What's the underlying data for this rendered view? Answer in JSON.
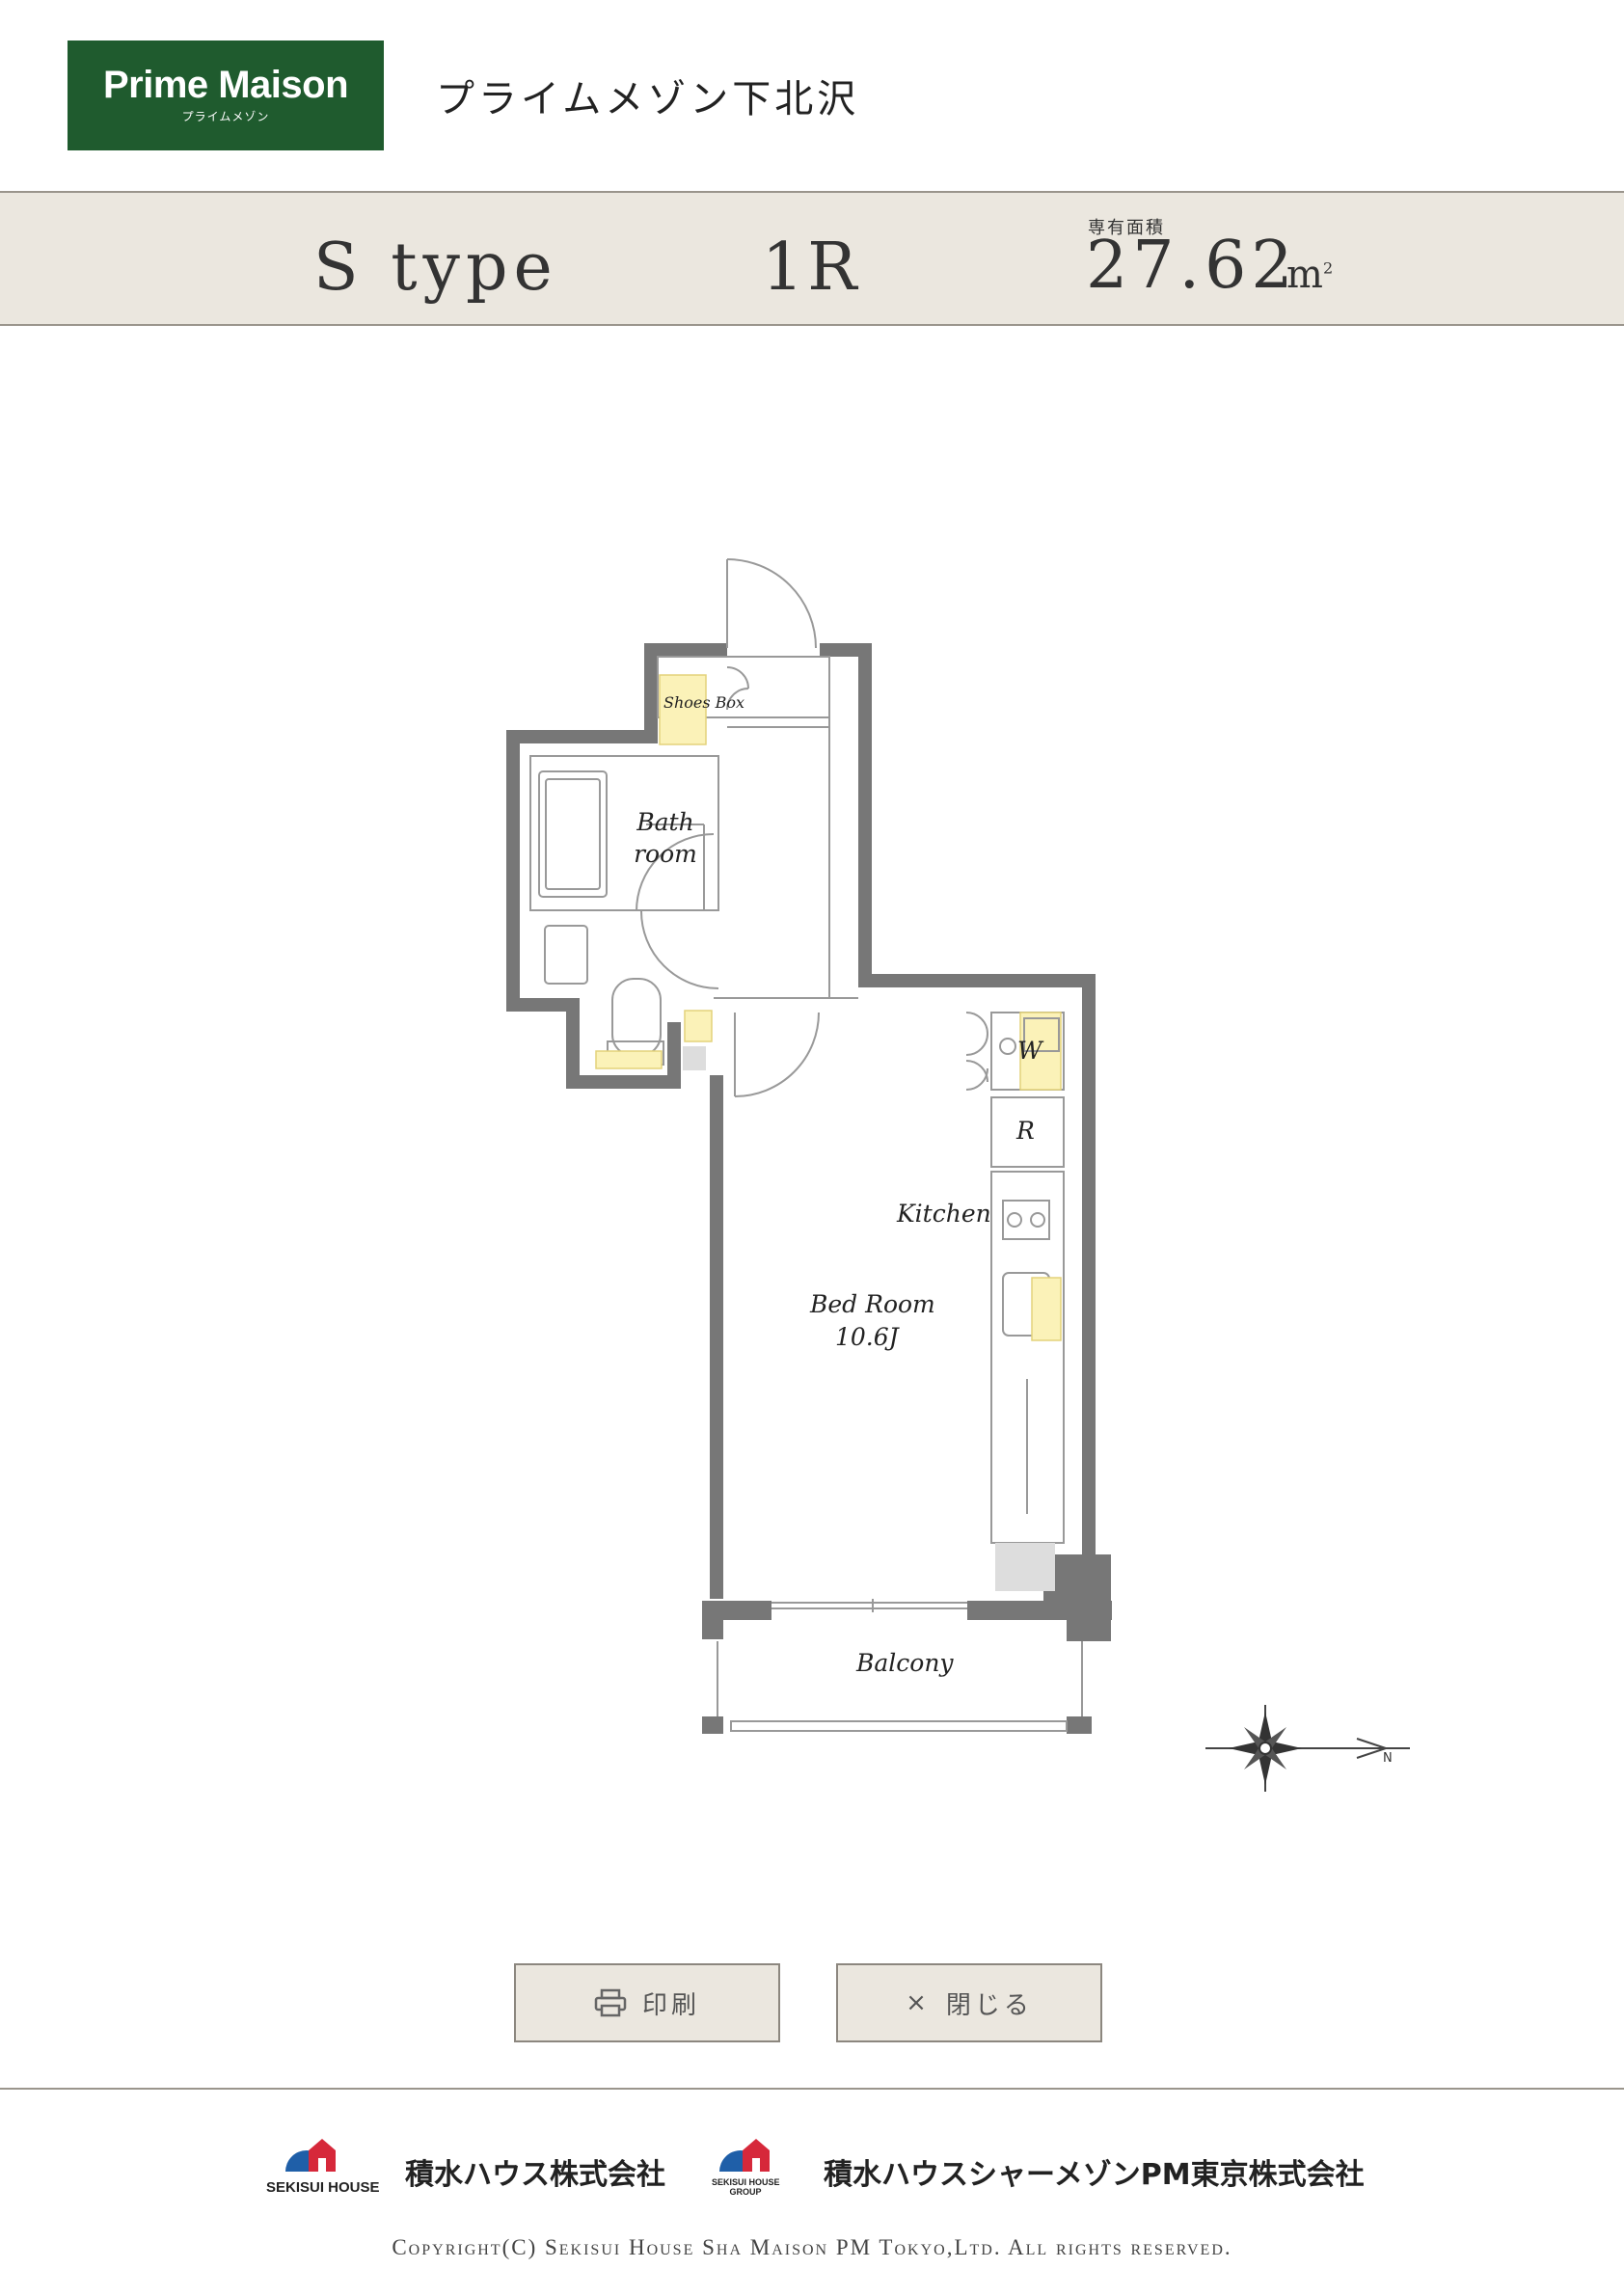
{
  "header": {
    "logo_text": "Prime Maison",
    "logo_sub": "プライムメゾン",
    "building_name": "プライムメゾン下北沢"
  },
  "unit": {
    "type_label": "S type",
    "layout": "1R",
    "area_label": "専有面積",
    "area_value": "27.62",
    "area_unit": "m",
    "area_unit_sup": "2"
  },
  "floorplan": {
    "rooms": {
      "shoes_box": "Shoes Box",
      "bath_room": "Bath room",
      "washer": "W",
      "refrigerator": "R",
      "kitchen": "Kitchen",
      "bed_room": "Bed Room",
      "bed_room_size": "10.6J",
      "balcony": "Balcony"
    },
    "compass_label": "N",
    "colors": {
      "wall": "#777777",
      "storage": "#fbf2b8",
      "line": "#999999"
    }
  },
  "actions": {
    "print_label": "印刷",
    "close_label": "閉じる",
    "close_symbol": "×"
  },
  "footer": {
    "company1_name": "積水ハウス株式会社",
    "company1_tag": "SEKISUI HOUSE",
    "company2_name": "積水ハウスシャーメゾンPM東京株式会社",
    "company2_tag_line1": "SEKISUI HOUSE",
    "company2_tag_line2": "GROUP",
    "copyright": "Copyright(C) Sekisui House Sha Maison PM Tokyo,Ltd. All rights reserved.",
    "brand_colors": {
      "blue": "#1f5fa8",
      "red": "#d6283a"
    }
  }
}
